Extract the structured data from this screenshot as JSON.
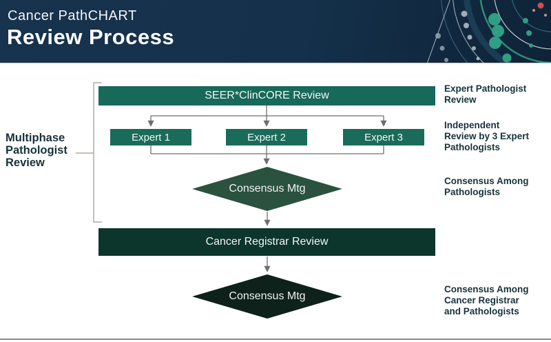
{
  "header": {
    "pretitle": "Cancer PathCHART",
    "title": "Review Process"
  },
  "flow": {
    "seer_banner": "SEER*ClinCORE Review",
    "experts": [
      "Expert 1",
      "Expert 2",
      "Expert 3"
    ],
    "consensus_1": "Consensus Mtg",
    "registrar_banner": "Cancer Registrar Review",
    "consensus_2": "Consensus Mtg"
  },
  "left_label": "Multiphase\nPathologist\nReview",
  "right_labels": [
    "Expert Pathologist\nReview",
    "Independent\nReview by 3 Expert\nPathologists",
    "Consensus Among\nPathologists",
    "Consensus Among\nCancer Registrar\nand Pathologists"
  ],
  "colors": {
    "header_bg_left": "#17334d",
    "header_bg_right": "#0e2337",
    "seer_banner": "#17695a",
    "expert_box": "#1a6b59",
    "diamond_consensus_1": "#2a523f",
    "registrar_banner": "#0c352c",
    "diamond_consensus_2": "#0e211b",
    "connector_gray": "#6e6e6e",
    "bracket_gray": "#b0a89f",
    "label_text": "#16323a",
    "accent_dot_teal": "#2f9e83",
    "accent_dot_red": "#c94f50"
  }
}
